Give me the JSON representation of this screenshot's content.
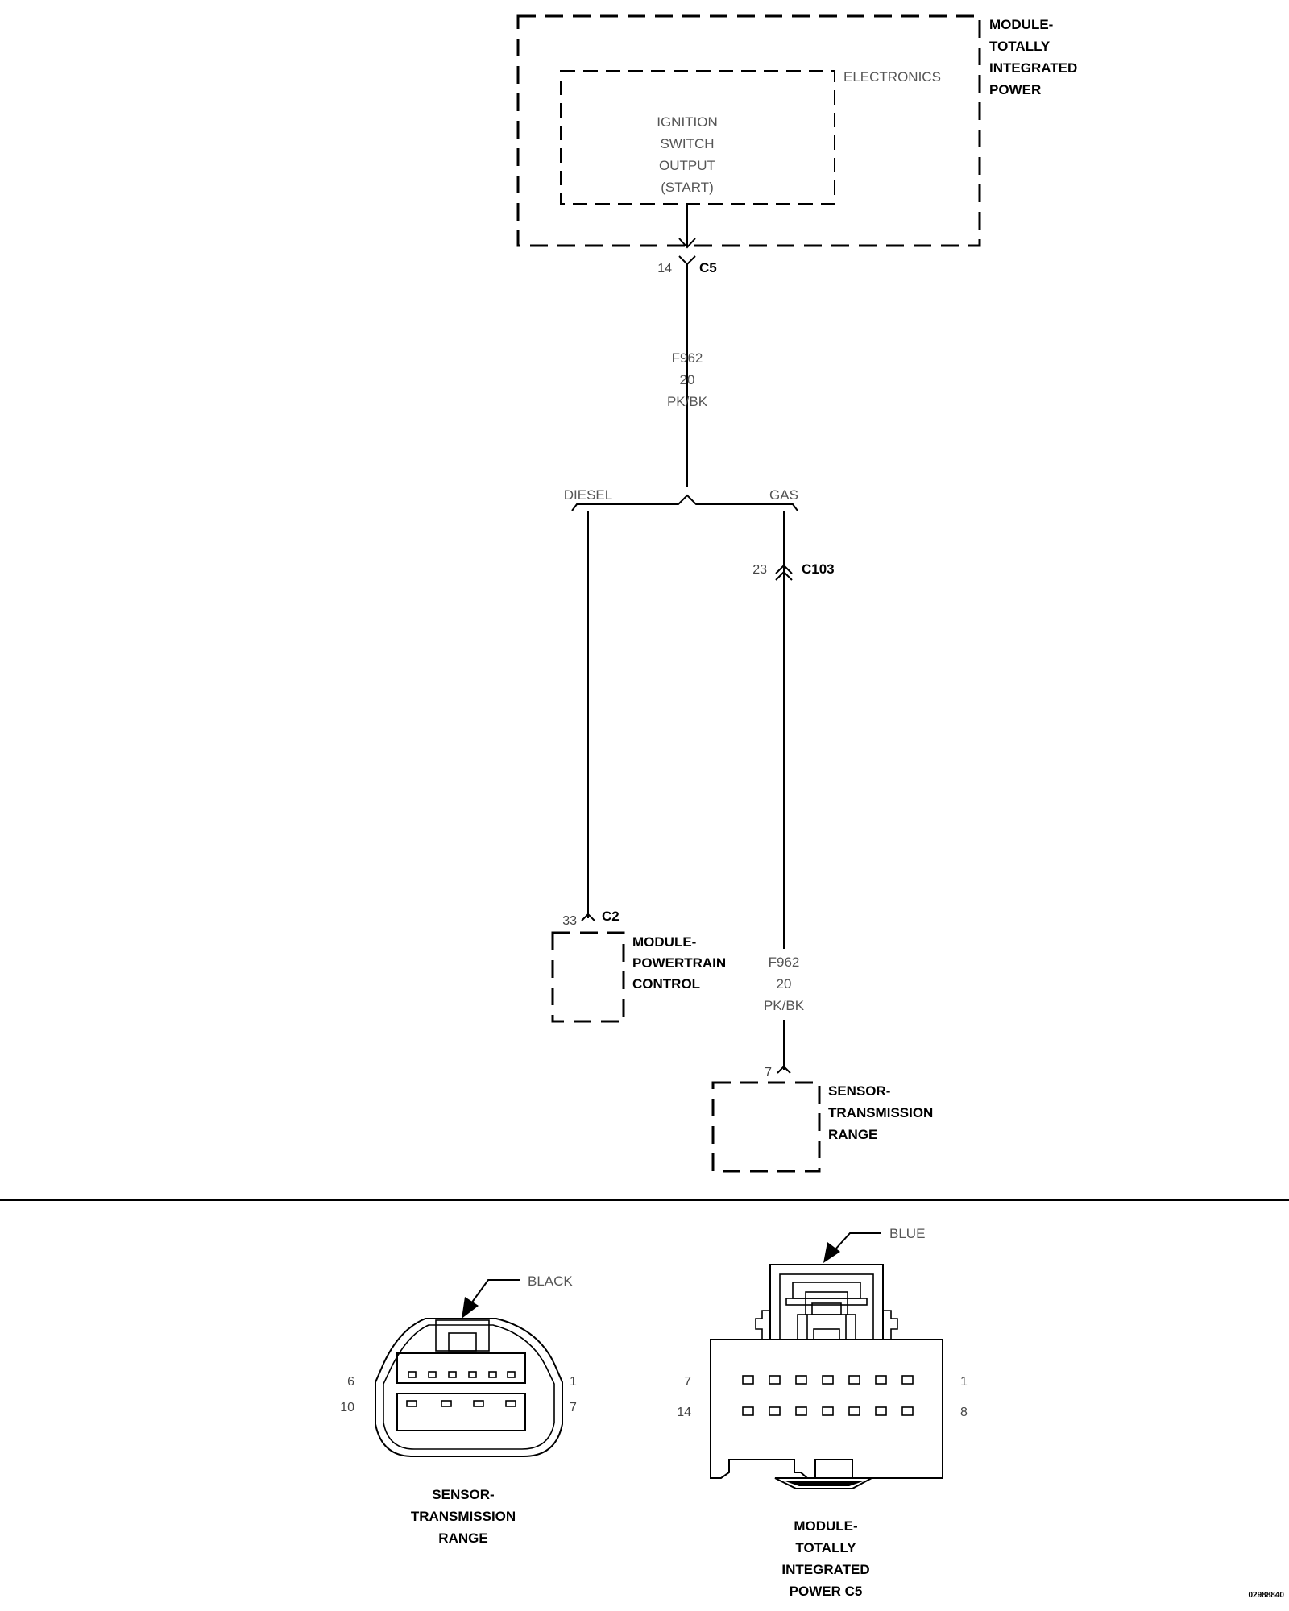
{
  "tipm": {
    "name": [
      "MODULE-",
      "TOTALLY",
      "INTEGRATED",
      "POWER"
    ],
    "electronics_label": "ELECTRONICS",
    "output_label": [
      "IGNITION",
      "SWITCH",
      "OUTPUT",
      "(START)"
    ]
  },
  "connector_c5": {
    "pin": "14",
    "name": "C5"
  },
  "wire_top": {
    "circuit": "F962",
    "gauge": "20",
    "color": "PK/BK"
  },
  "split": {
    "left": "DIESEL",
    "right": "GAS"
  },
  "connector_c103": {
    "pin": "23",
    "name": "C103"
  },
  "connector_c2": {
    "pin": "33",
    "name": "C2"
  },
  "pcm": {
    "name": [
      "MODULE-",
      "POWERTRAIN",
      "CONTROL"
    ]
  },
  "wire_bottom": {
    "circuit": "F962",
    "gauge": "20",
    "color": "PK/BK"
  },
  "tr_sensor_pin": {
    "pin": "7"
  },
  "tr_sensor": {
    "name": [
      "SENSOR-",
      "TRANSMISSION",
      "RANGE"
    ]
  },
  "connector_views": {
    "sensor": {
      "color": "BLACK",
      "pins": {
        "top_left": "6",
        "top_right": "1",
        "bottom_left": "10",
        "bottom_right": "7"
      },
      "name": [
        "SENSOR-",
        "TRANSMISSION",
        "RANGE"
      ]
    },
    "tipm_c5": {
      "color": "BLUE",
      "pins": {
        "top_left": "7",
        "top_right": "1",
        "bottom_left": "14",
        "bottom_right": "8"
      },
      "name": [
        "MODULE-",
        "TOTALLY",
        "INTEGRATED",
        "POWER C5"
      ]
    }
  },
  "figure_id": "02988840"
}
